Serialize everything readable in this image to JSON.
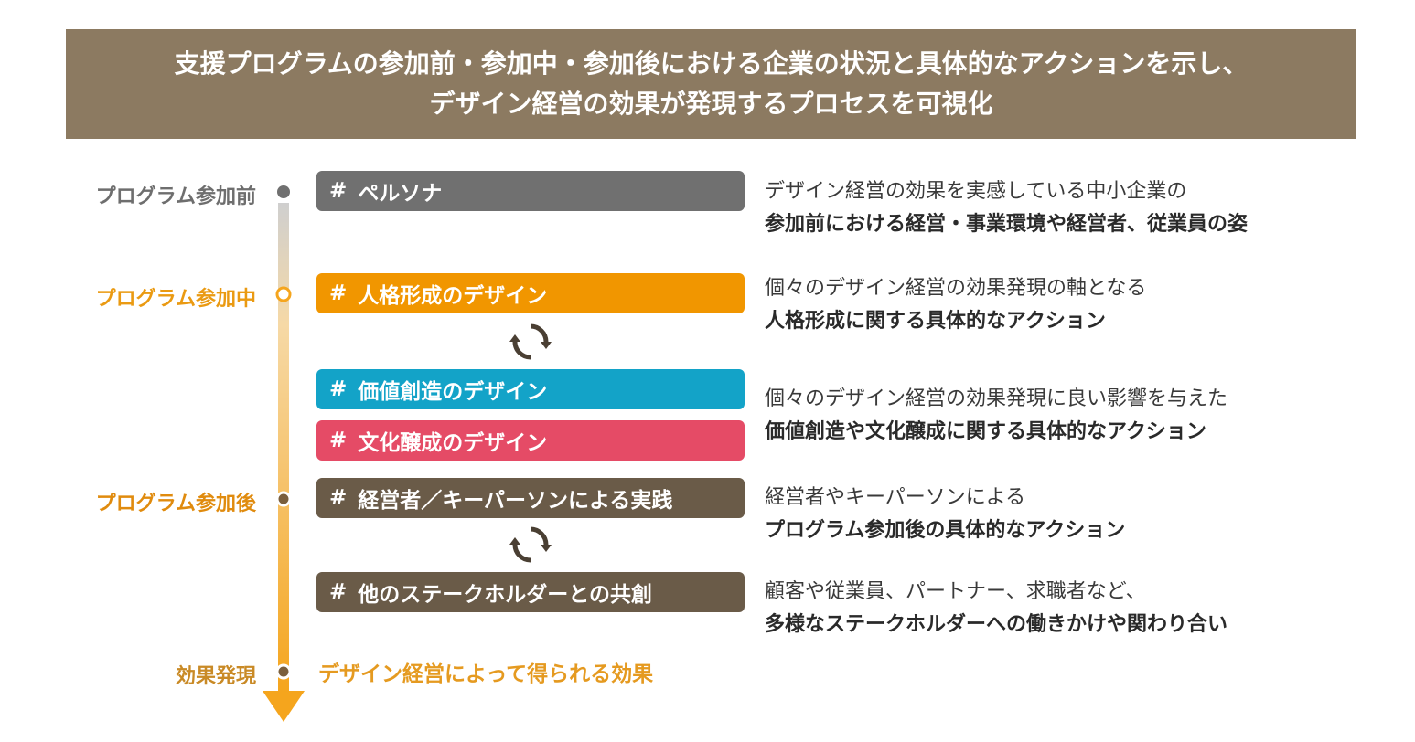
{
  "header": {
    "line1": "支援プログラムの参加前・参加中・参加後における企業の状況と具体的なアクションを示し、",
    "line2": "デザイン経営の効果が発現するプロセスを可視化"
  },
  "stages": {
    "before": "プログラム参加前",
    "during": "プログラム参加中",
    "after": "プログラム参加後",
    "effect": "効果発現"
  },
  "tags": {
    "persona": "ペルソナ",
    "personality": "人格形成のデザイン",
    "value": "価値創造のデザイン",
    "culture": "文化醸成のデザイン",
    "practice": "経営者／キーパーソンによる実践",
    "cocreation": "他のステークホルダーとの共創",
    "hash": "#"
  },
  "descriptions": {
    "persona": {
      "line1": "デザイン経営の効果を実感している中小企業の",
      "line2": "参加前における経営・事業環境や経営者、従業員の姿"
    },
    "personality": {
      "line1": "個々のデザイン経営の効果発現の軸となる",
      "line2": "人格形成に関する具体的なアクション"
    },
    "value_culture": {
      "line1": "個々のデザイン経営の効果発現に良い影響を与えた",
      "line2": "価値創造や文化醸成に関する具体的なアクション"
    },
    "practice": {
      "line1": "経営者やキーパーソンによる",
      "line2": "プログラム参加後の具体的なアクション"
    },
    "cocreation": {
      "line1": "顧客や従業員、パートナー、求職者など、",
      "line2": "多様なステークホルダーへの働きかけや関わり合い"
    }
  },
  "effect_text": "デザイン経営によって得られる効果",
  "icons": {
    "cycle": "cycle-arrows-icon"
  },
  "colors": {
    "header_bg": "#8c7a61",
    "gray_tag": "#707070",
    "orange_tag": "#f19600",
    "blue_tag": "#13a3c8",
    "pink_tag": "#e54b66",
    "brown_tag": "#6a5b48",
    "gray_text": "#6e6e6e",
    "orange_text": "#ea9a12",
    "timeline_orange": "#f5a51d"
  }
}
